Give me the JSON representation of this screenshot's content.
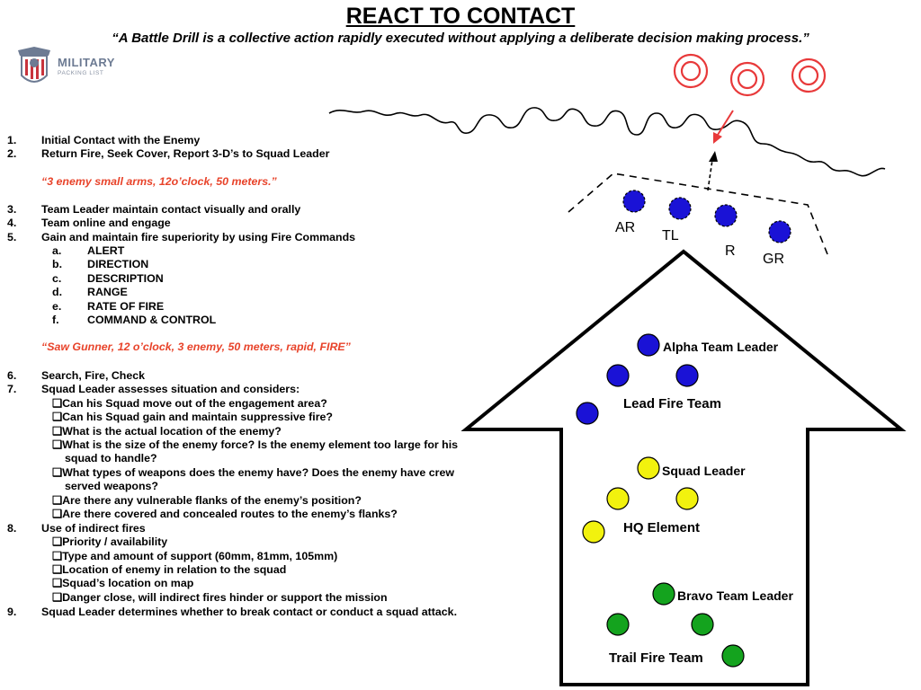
{
  "header": {
    "title": "REACT TO CONTACT",
    "quote": "“A Battle Drill is a collective action rapidly executed without applying a deliberate decision making process.”"
  },
  "logo": {
    "line1": "MILITARY",
    "line2": "PACKING LIST"
  },
  "steps": [
    {
      "num": "1.",
      "text": "Initial Contact with the Enemy"
    },
    {
      "num": "2.",
      "text": "Return Fire, Seek Cover, Report 3-D’s to Squad Leader"
    },
    {
      "num": "3.",
      "text": "Team Leader maintain contact visually and orally"
    },
    {
      "num": "4.",
      "text": "Team online and engage"
    },
    {
      "num": "5.",
      "text": "Gain and maintain fire superiority by using Fire Commands"
    },
    {
      "num": "6.",
      "text": "Search, Fire, Check"
    },
    {
      "num": "7.",
      "text": "Squad Leader assesses situation and considers:"
    },
    {
      "num": "8.",
      "text": "Use of indirect fires"
    },
    {
      "num": "9.",
      "text": "Squad Leader determines whether to break contact or conduct a squad attack."
    }
  ],
  "example_report": "“3 enemy small arms, 12o’clock, 50 meters.”",
  "example_command": "“Saw Gunner, 12 o’clock, 3 enemy, 50 meters, rapid, FIRE”",
  "fire_commands": [
    {
      "letter": "a.",
      "text": "ALERT"
    },
    {
      "letter": "b.",
      "text": "DIRECTION"
    },
    {
      "letter": "c.",
      "text": "DESCRIPTION"
    },
    {
      "letter": "d.",
      "text": "RANGE"
    },
    {
      "letter": "e.",
      "text": "RATE OF FIRE"
    },
    {
      "letter": "f.",
      "text": "COMMAND & CONTROL"
    }
  ],
  "considerations": [
    {
      "line1": "❑Can his Squad move out of the engagement area?"
    },
    {
      "line1": "❑Can his Squad gain and maintain suppressive fire?"
    },
    {
      "line1": "❑What is the actual location of the enemy?"
    },
    {
      "line1": "❑What is the size of the enemy force? Is the enemy element too large for his",
      "line2": "squad to handle?"
    },
    {
      "line1": "❑What types of weapons does the enemy have? Does the enemy have crew",
      "line2": "served weapons?"
    },
    {
      "line1": "❑Are there any vulnerable flanks of the enemy’s position?"
    },
    {
      "line1": "❑Are there covered and concealed routes to the enemy’s flanks?"
    }
  ],
  "indirect_fires": [
    "❑Priority / availability",
    "❑Type and amount of support (60mm, 81mm, 105mm)",
    "❑Location of enemy in relation to the squad",
    "❑Squad’s location on map",
    "❑Danger close, will indirect fires hinder or support the mission"
  ],
  "diagram": {
    "positions": [
      "AR",
      "TL",
      "R",
      "GR"
    ],
    "labels": {
      "alpha_leader": "Alpha Team Leader",
      "lead_team": "Lead Fire Team",
      "squad_leader": "Squad Leader",
      "hq": "HQ Element",
      "bravo_leader": "Bravo Team Leader",
      "trail_team": "Trail Fire Team"
    },
    "colors": {
      "alpha": "#1a12d6",
      "hq": "#f2f20e",
      "bravo": "#14a31e",
      "enemy": "#e8393a",
      "arrow": "#e8393a"
    }
  }
}
